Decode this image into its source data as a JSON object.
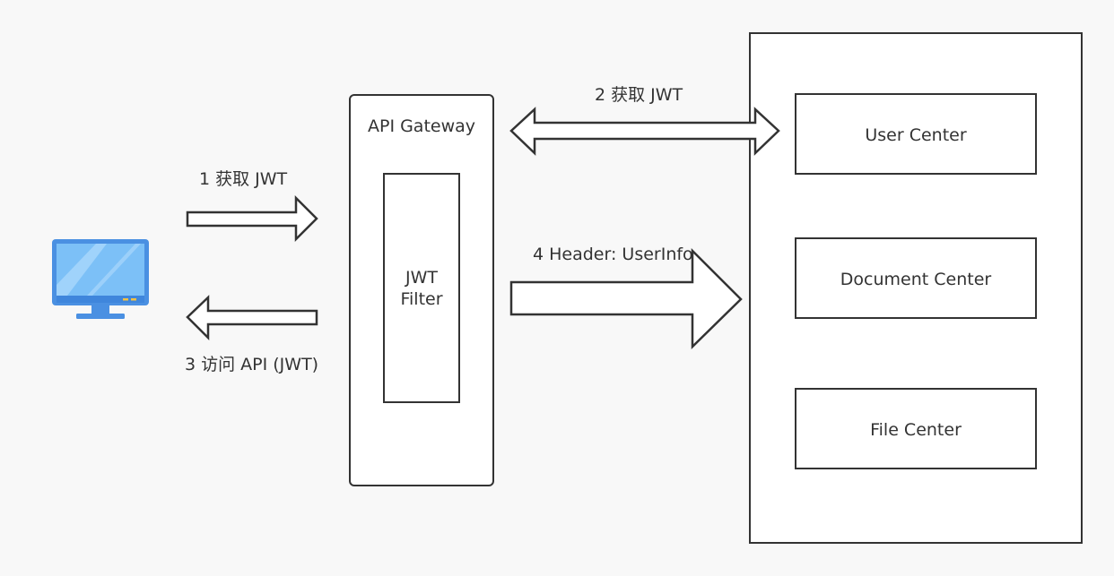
{
  "gateway": {
    "title": "API Gateway",
    "filter_line1": "JWT",
    "filter_line2": "Filter"
  },
  "services": {
    "user": "User Center",
    "document": "Document Center",
    "file": "File Center"
  },
  "steps": {
    "step1": "1 获取 JWT",
    "step2": "2 获取 JWT",
    "step3": "3 访问 API (JWT)",
    "step4": "4 Header: UserInfo"
  },
  "client": {
    "icon": "monitor-icon"
  },
  "colors": {
    "stroke": "#333333",
    "monitor_blue": "#4a90e2",
    "monitor_screen": "#6eb6f5",
    "background": "#f8f8f8"
  }
}
